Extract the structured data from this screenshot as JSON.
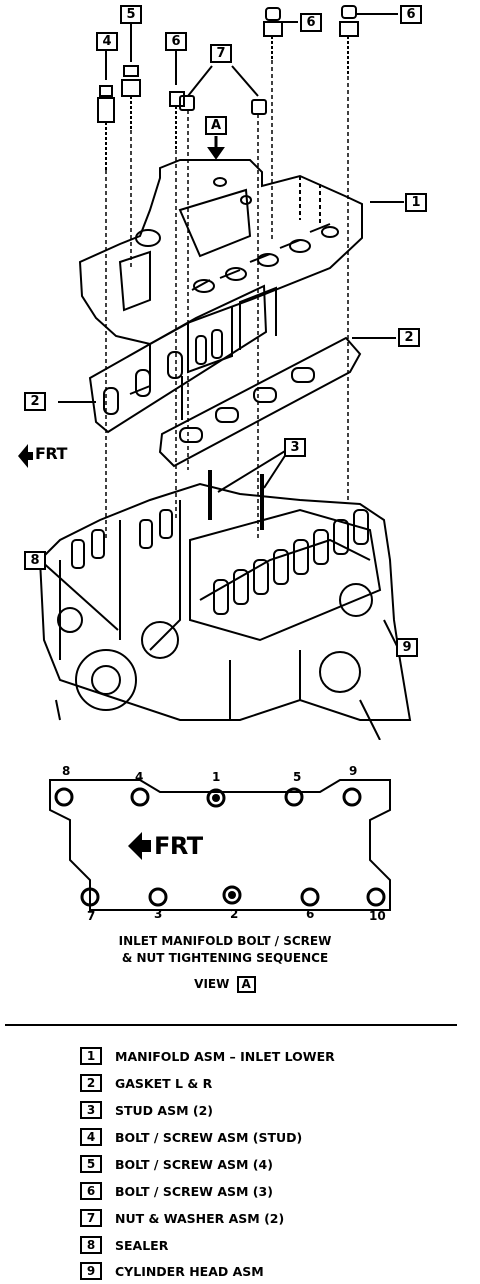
{
  "callouts": {
    "c4": "4",
    "c5": "5",
    "c6a": "6",
    "c7": "7",
    "c6b": "6",
    "c6c": "6",
    "cA": "A",
    "c1": "1",
    "c2r": "2",
    "c2l": "2",
    "c3": "3",
    "c8": "8",
    "c9": "9"
  },
  "frt_top": "FRT",
  "view": {
    "frt": "FRT",
    "top_numbers": [
      "8",
      "4",
      "1",
      "5",
      "9"
    ],
    "bottom_numbers": [
      "7",
      "3",
      "2",
      "6",
      "10"
    ],
    "caption_line1": "INLET MANIFOLD BOLT / SCREW",
    "caption_line2": "& NUT TIGHTENING SEQUENCE",
    "view_label": "VIEW",
    "view_letter": "A"
  },
  "legend": [
    {
      "num": "1",
      "text": "MANIFOLD ASM  –  INLET LOWER"
    },
    {
      "num": "2",
      "text": "GASKET L & R"
    },
    {
      "num": "3",
      "text": "STUD ASM (2)"
    },
    {
      "num": "4",
      "text": "BOLT / SCREW ASM (STUD)"
    },
    {
      "num": "5",
      "text": "BOLT / SCREW ASM (4)"
    },
    {
      "num": "6",
      "text": "BOLT / SCREW ASM (3)"
    },
    {
      "num": "7",
      "text": "NUT & WASHER ASM (2)"
    },
    {
      "num": "8",
      "text": "SEALER"
    },
    {
      "num": "9",
      "text": "CYLINDER HEAD ASM"
    }
  ]
}
